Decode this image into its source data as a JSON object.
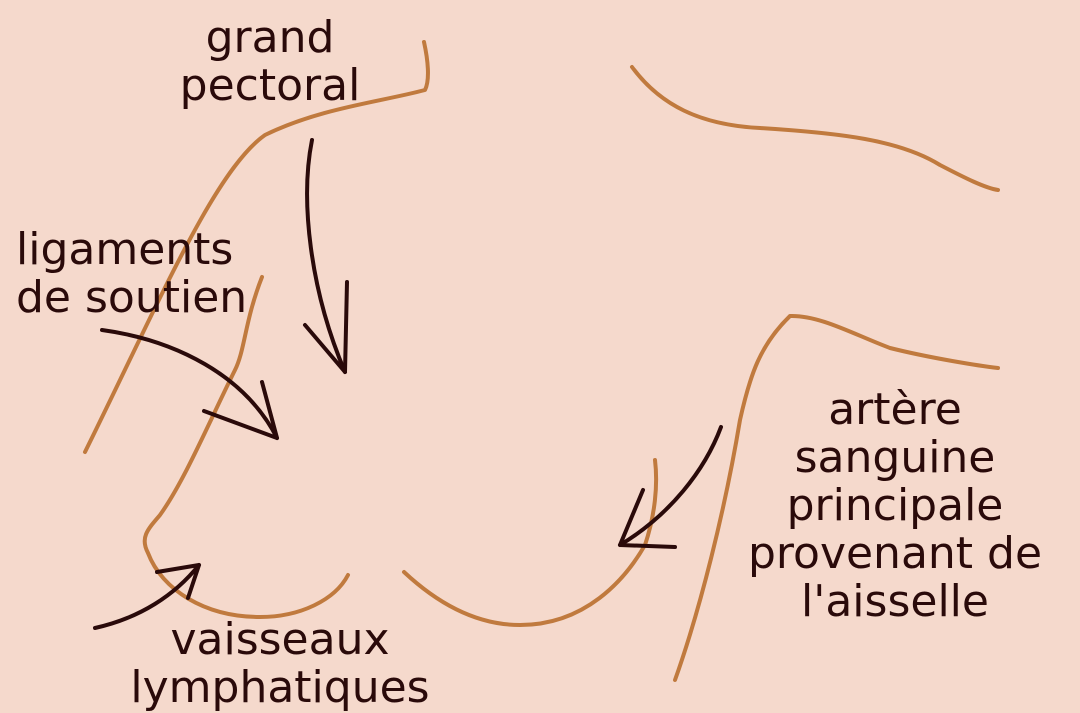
{
  "colors": {
    "background": "#f5d9cc",
    "outline": "#c07a3e",
    "arrow": "#2a0a0a",
    "text": "#2a0a0a"
  },
  "labels": {
    "pectoral": [
      "grand",
      "pectoral"
    ],
    "ligaments": [
      "ligaments",
      "de soutien"
    ],
    "artery": [
      "artère",
      "sanguine",
      "principale",
      "provenant de",
      "l'aisselle"
    ],
    "lymph": [
      "vaisseaux",
      "lymphatiques"
    ]
  }
}
